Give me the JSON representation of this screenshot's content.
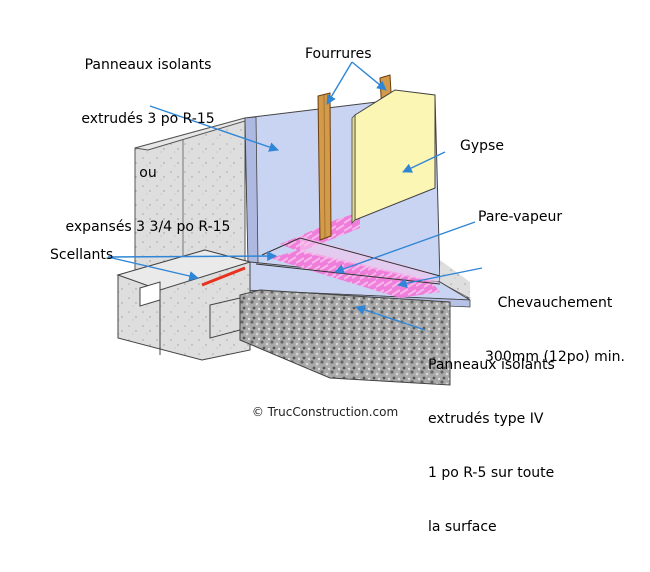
{
  "labels": {
    "panneaux_mur": [
      "Panneaux isolants",
      "extrudés 3 po R-15",
      "ou",
      "expansés 3 3/4 po R-15"
    ],
    "fourrures": "Fourrures",
    "gypse": "Gypse",
    "scellants": "Scellants",
    "pare_vapeur": "Pare-vapeur",
    "chevauchement": [
      "Chevauchement",
      "300mm (12po) min."
    ],
    "panneaux_plancher": [
      "Panneaux isolants",
      "extrudés type IV",
      "1 po R-5 sur toute",
      "la surface"
    ]
  },
  "copyright": "© TrucConstruction.com",
  "colors": {
    "insulation": "#c9d3f2",
    "gypsum": "#fbf6b4",
    "vapor_barrier": "#f07ad8",
    "sealant": "#e6321e",
    "furring": "#c98b3a",
    "concrete": "#dcdcdc",
    "gravel": "#b9b9b9",
    "arrow": "#2f86d6"
  }
}
